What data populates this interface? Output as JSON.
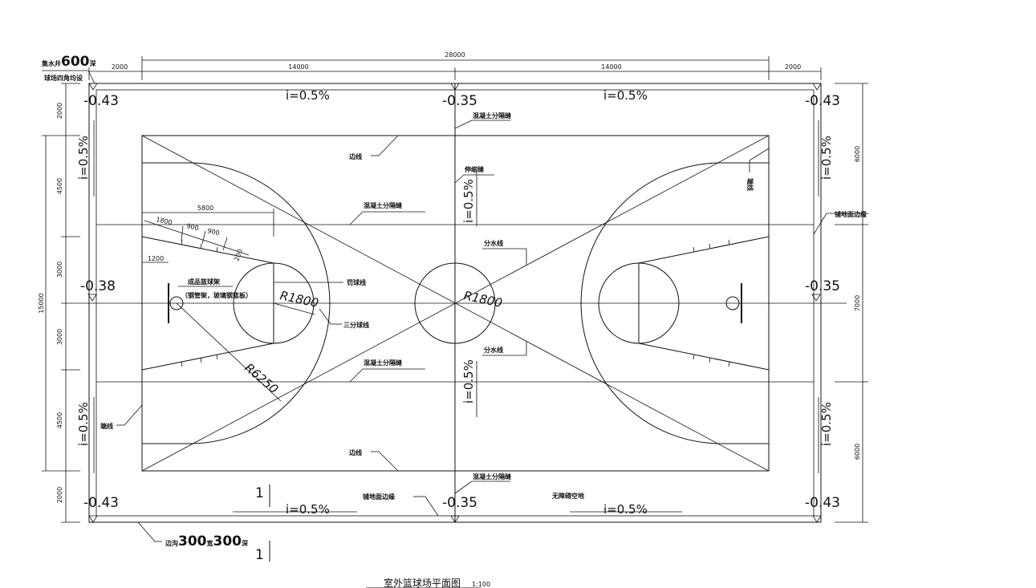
{
  "drawing": {
    "title": "室外篮球场平面图",
    "scale": "1:100",
    "section_mark": "1",
    "dimensions": {
      "top_total": "28000",
      "top_segments": [
        "2000",
        "14000",
        "14000",
        "2000"
      ],
      "left_total": "15000",
      "left_segments": [
        "2000",
        "4500",
        "3000",
        "3000",
        "4500",
        "2000"
      ],
      "right_segments": [
        "6000",
        "7000",
        "6000"
      ]
    },
    "elevations": {
      "top_left": "-0.43",
      "top_mid": "-0.35",
      "top_right": "-0.43",
      "mid_left": "-0.38",
      "mid_right": "-0.35",
      "bottom_left": "-0.43",
      "bottom_mid": "-0.35",
      "bottom_right": "-0.43"
    },
    "slope": "i=0.5%",
    "radii": {
      "center": "R1800",
      "free_throw": "R1800",
      "three_point": "R6250"
    },
    "court_dims": {
      "d5800": "5800",
      "d1800": "1800",
      "d900a": "900",
      "d900b": "900",
      "d1200": "1200",
      "d200": "200"
    },
    "labels": {
      "sump_line1": "集水井",
      "sump_size": "600",
      "sump_unit": "深",
      "sump_line2": "球场四角均设",
      "concrete_joint": "混凝土分隔缝",
      "sideline": "边线",
      "endline": "端线",
      "expansion_joint": "伸缩缝",
      "paving_edge": "铺地面边缘",
      "water_divide": "分水线",
      "free_throw_line": "罚球线",
      "three_point_line": "三分球线",
      "hoop_stand": "成品篮球架",
      "hoop_stand_note": "（钢管架，玻璃钢篮板）",
      "ditch_prefix": "边沟",
      "ditch_width": "300",
      "ditch_mid": "宽",
      "ditch_depth": "300",
      "ditch_suffix": "深",
      "open_space": "无障碍空地"
    },
    "colors": {
      "ink": "#111111",
      "background": "#ffffff"
    }
  }
}
